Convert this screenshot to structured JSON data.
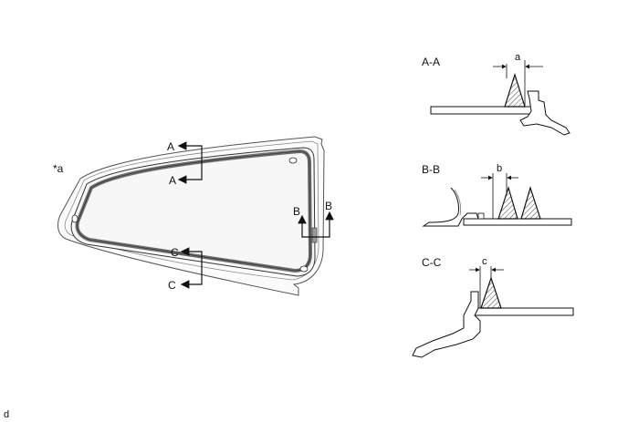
{
  "figure": {
    "callout": "*a",
    "corner_mark": "d",
    "section_markers": {
      "a_top": "A",
      "a_bottom": "A",
      "b_left": "B",
      "b_right": "B",
      "c_top": "C",
      "c_bottom": "C"
    },
    "sections": [
      {
        "title": "A-A",
        "dimension": "a"
      },
      {
        "title": "B-B",
        "dimension": "b"
      },
      {
        "title": "C-C",
        "dimension": "c"
      }
    ]
  },
  "colors": {
    "line": "#1a1a1a",
    "glass_fill": "#f7f7f7",
    "bead_stroke": "#6e6e6e",
    "hatch": "#444444"
  }
}
